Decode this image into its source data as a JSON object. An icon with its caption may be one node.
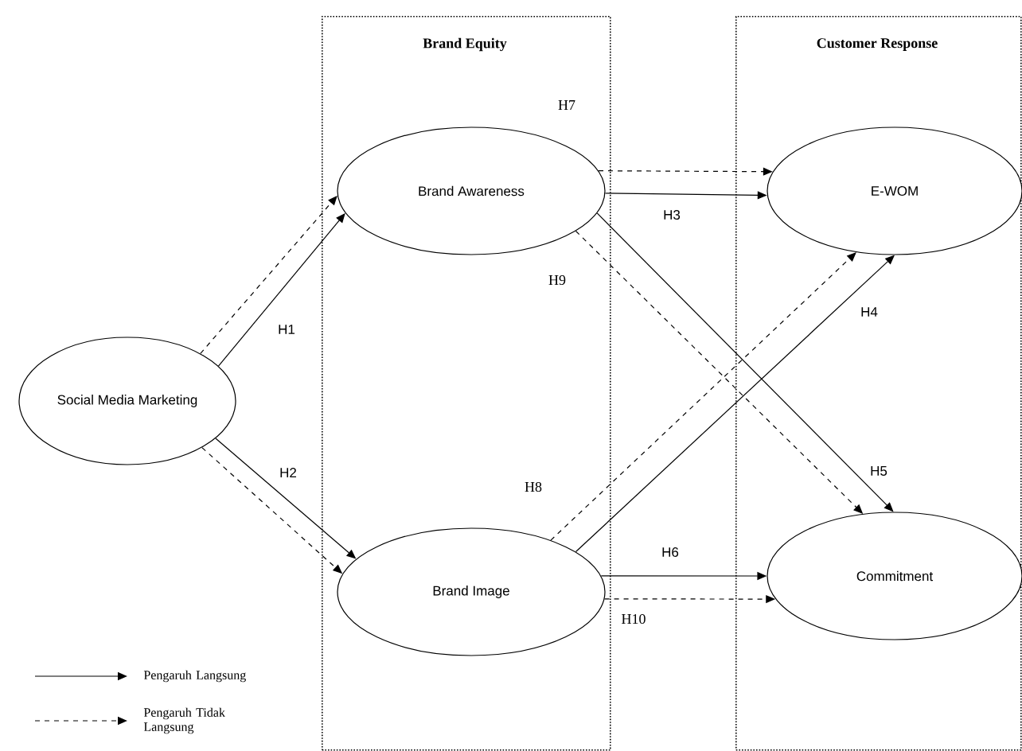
{
  "diagram": {
    "nodes": [
      {
        "text": [
          "Brand Equity"
        ]
      },
      {
        "text": [
          "Customer Response"
        ]
      },
      {
        "text": [
          "Social Media Marketing"
        ]
      },
      {
        "text": [
          "Brand Awareness"
        ],
        "in": 0
      },
      {
        "text": [
          "Brand Image"
        ],
        "in": 0
      },
      {
        "text": [
          "E-WOM"
        ],
        "in": 1
      },
      {
        "text": [
          "Commitment"
        ],
        "in": 1
      }
    ],
    "edges": [
      {
        "from": 2,
        "to": 3,
        "arrow": "to",
        "label": "H1"
      },
      {
        "from": 2,
        "to": 3,
        "arrow": "to",
        "style": "dashed"
      },
      {
        "from": 2,
        "to": 4,
        "arrow": "to",
        "label": "H2"
      },
      {
        "from": 2,
        "to": 4,
        "arrow": "to",
        "style": "dashed"
      },
      {
        "from": 3,
        "to": 5,
        "arrow": "to",
        "label": "H3"
      },
      {
        "from": 3,
        "to": 5,
        "arrow": "to",
        "style": "dashed",
        "label": "H7"
      },
      {
        "from": 3,
        "to": 6,
        "arrow": "to",
        "label": "H5"
      },
      {
        "from": 3,
        "to": 6,
        "arrow": "to",
        "style": "dashed",
        "label": "H9"
      },
      {
        "from": 4,
        "to": 5,
        "arrow": "to",
        "label": "H4"
      },
      {
        "from": 4,
        "to": 5,
        "arrow": "to",
        "style": "dashed",
        "label": "H8"
      },
      {
        "from": 4,
        "to": 6,
        "arrow": "to",
        "label": "H6"
      },
      {
        "from": 4,
        "to": 6,
        "arrow": "to",
        "style": "dashed",
        "label": "H10"
      }
    ],
    "legend": [
      {
        "text": "Pengaruh Langsung"
      },
      {
        "text": "Pengaruh Tidak Langsung"
      }
    ]
  }
}
